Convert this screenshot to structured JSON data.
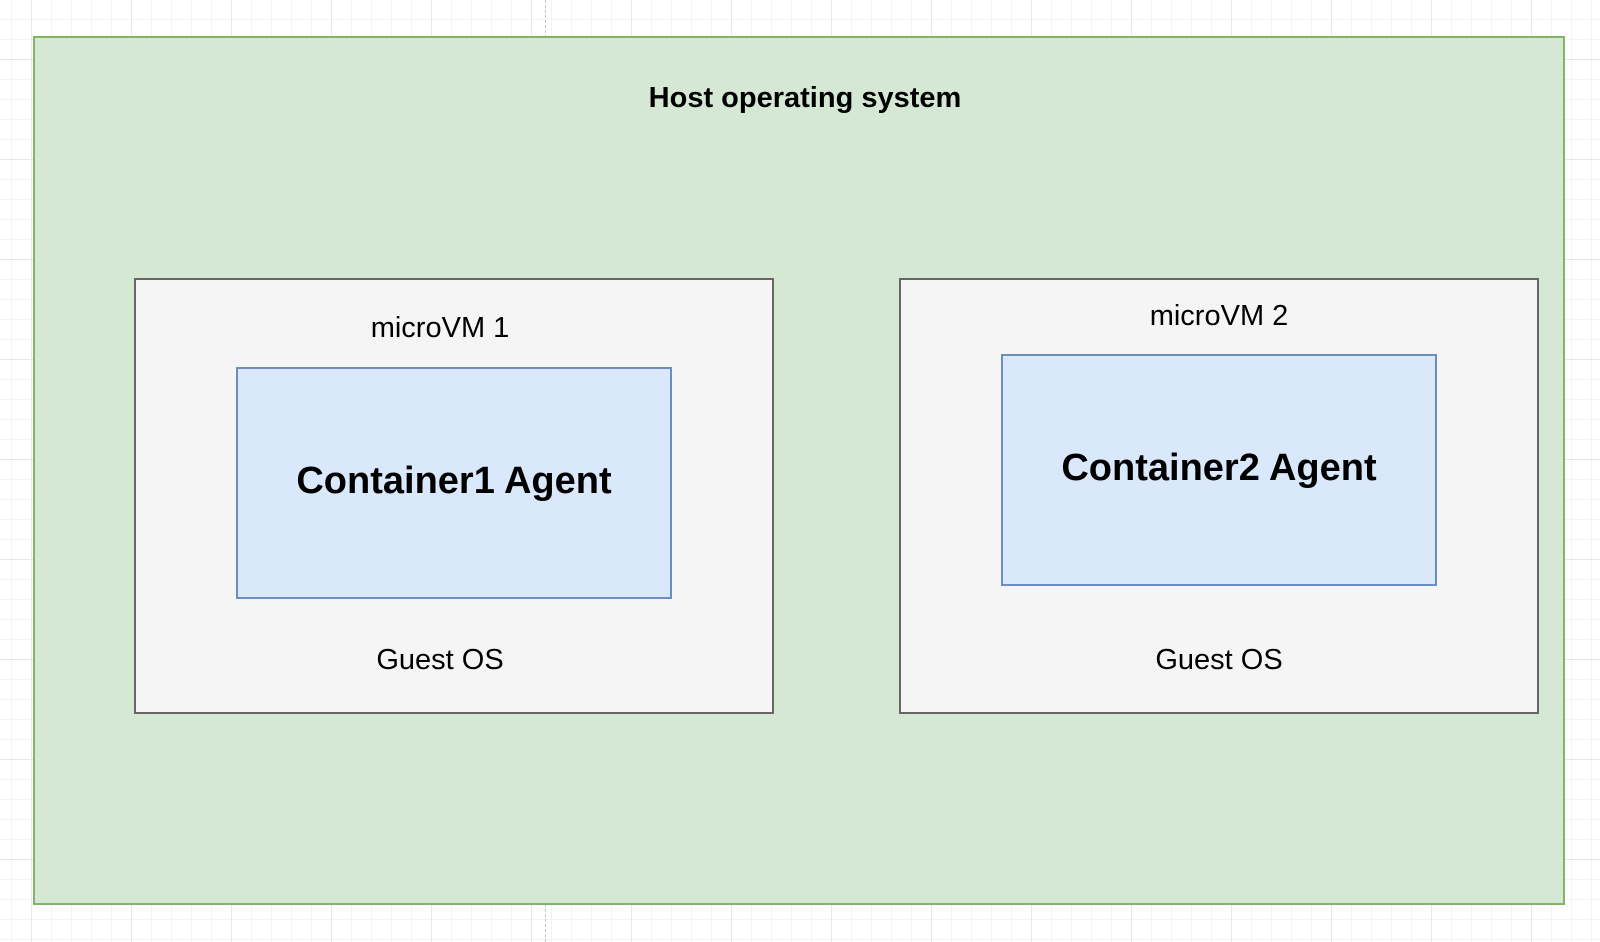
{
  "diagram": {
    "host": {
      "title": "Host operating system",
      "fill_color": "#d5e8d4",
      "stroke_color": "#82b366"
    },
    "vms": [
      {
        "title": "microVM 1",
        "guest_os": "Guest OS",
        "container": {
          "title": "Container1 Agent"
        }
      },
      {
        "title": "microVM 2",
        "guest_os": "Guest OS",
        "container": {
          "title": "Container2 Agent"
        }
      }
    ],
    "vm_fill_color": "#f5f5f5",
    "vm_stroke_color": "#666666",
    "container_fill_color": "#dae8fc",
    "container_stroke_color": "#6c8ebf"
  }
}
